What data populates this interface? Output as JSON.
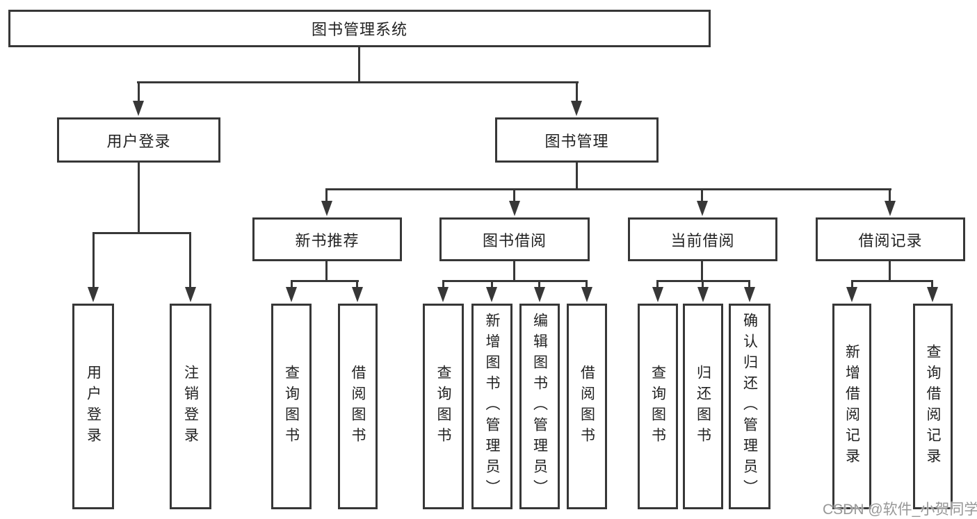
{
  "diagram": {
    "root": "图书管理系统",
    "level2": [
      "用户登录",
      "图书管理"
    ],
    "level3": [
      "新书推荐",
      "图书借阅",
      "当前借阅",
      "借阅记录"
    ],
    "leaves_login": [
      "用户登录",
      "注销登录"
    ],
    "leaves_newbook": [
      "查询图书",
      "借阅图书"
    ],
    "leaves_borrow": [
      "查询图书",
      "新增图书（管理员）",
      "编辑图书（管理员）",
      "借阅图书"
    ],
    "leaves_current": [
      "查询图书",
      "归还图书",
      "确认归还（管理员）"
    ],
    "leaves_records": [
      "新增借阅记录",
      "查询借阅记录"
    ]
  },
  "watermark": "CSDN @软件_小贺同学",
  "colors": {
    "line": "#373737",
    "text": "#222222",
    "watermark": "#979797",
    "background": "#ffffff"
  }
}
